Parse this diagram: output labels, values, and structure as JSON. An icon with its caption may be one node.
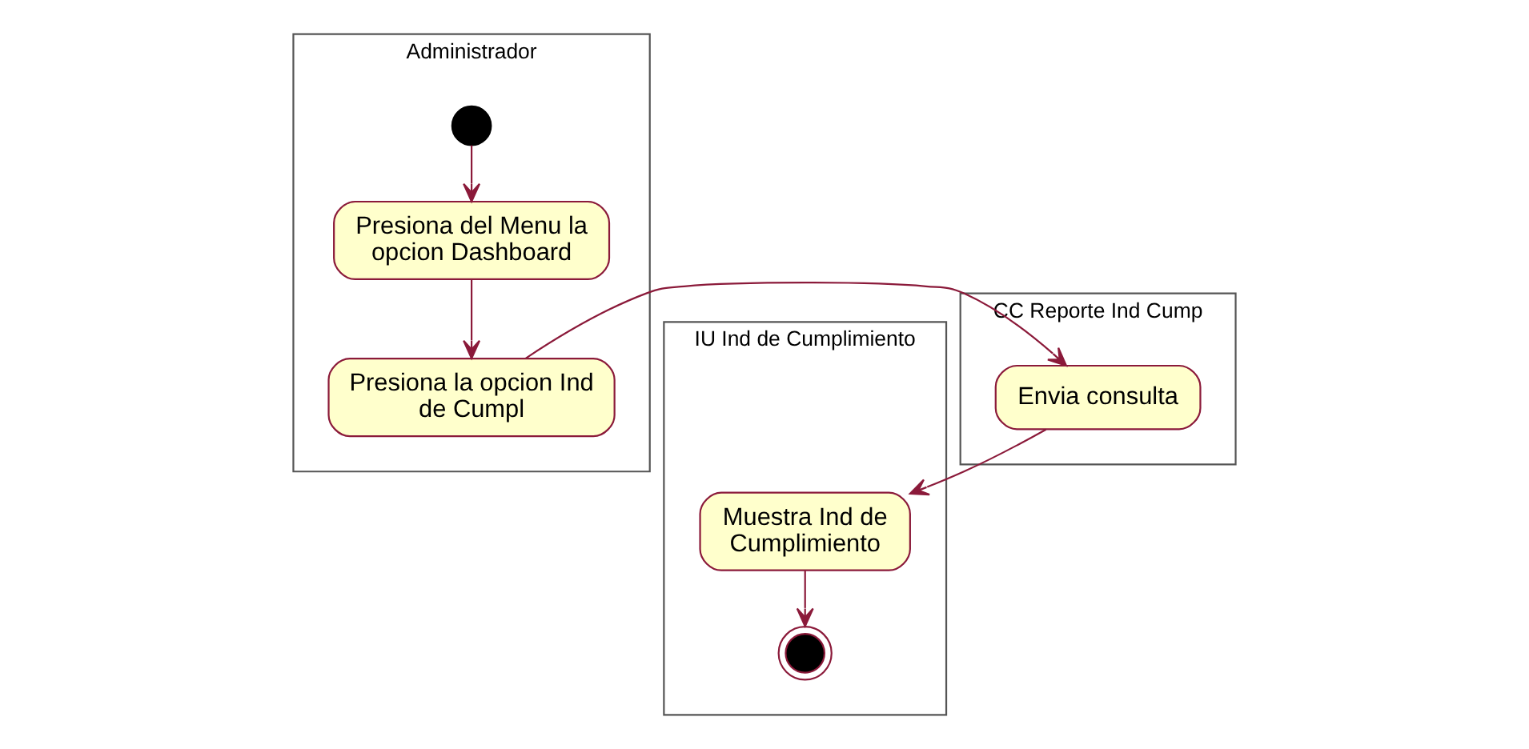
{
  "diagram": {
    "nodes": [
      {
        "text": [
          "Administrador"
        ]
      },
      {
        "text": [
          "IU Ind de Cumplimiento"
        ]
      },
      {
        "text": [
          "CC Reporte Ind Cump"
        ]
      },
      {
        "text": [],
        "shape": "circle",
        "in": 0
      },
      {
        "text": [
          "Presiona del Menu la opcion Dashboard"
        ],
        "in": 0
      },
      {
        "text": [
          "Presiona la opcion Ind de Cumpl"
        ],
        "in": 0
      },
      {
        "text": [
          "Envia consulta"
        ],
        "in": 2
      },
      {
        "text": [
          "Muestra Ind de Cumplimiento"
        ],
        "in": 1
      },
      {
        "text": [],
        "shape": "circle",
        "in": 1
      }
    ],
    "edges": [
      {
        "from": 3,
        "to": 4,
        "arrow": "to"
      },
      {
        "from": 4,
        "to": 5,
        "arrow": "to"
      },
      {
        "from": 5,
        "to": 6,
        "arrow": "to"
      },
      {
        "from": 6,
        "to": 7,
        "arrow": "to"
      },
      {
        "from": 7,
        "to": 8,
        "arrow": "to"
      }
    ]
  }
}
